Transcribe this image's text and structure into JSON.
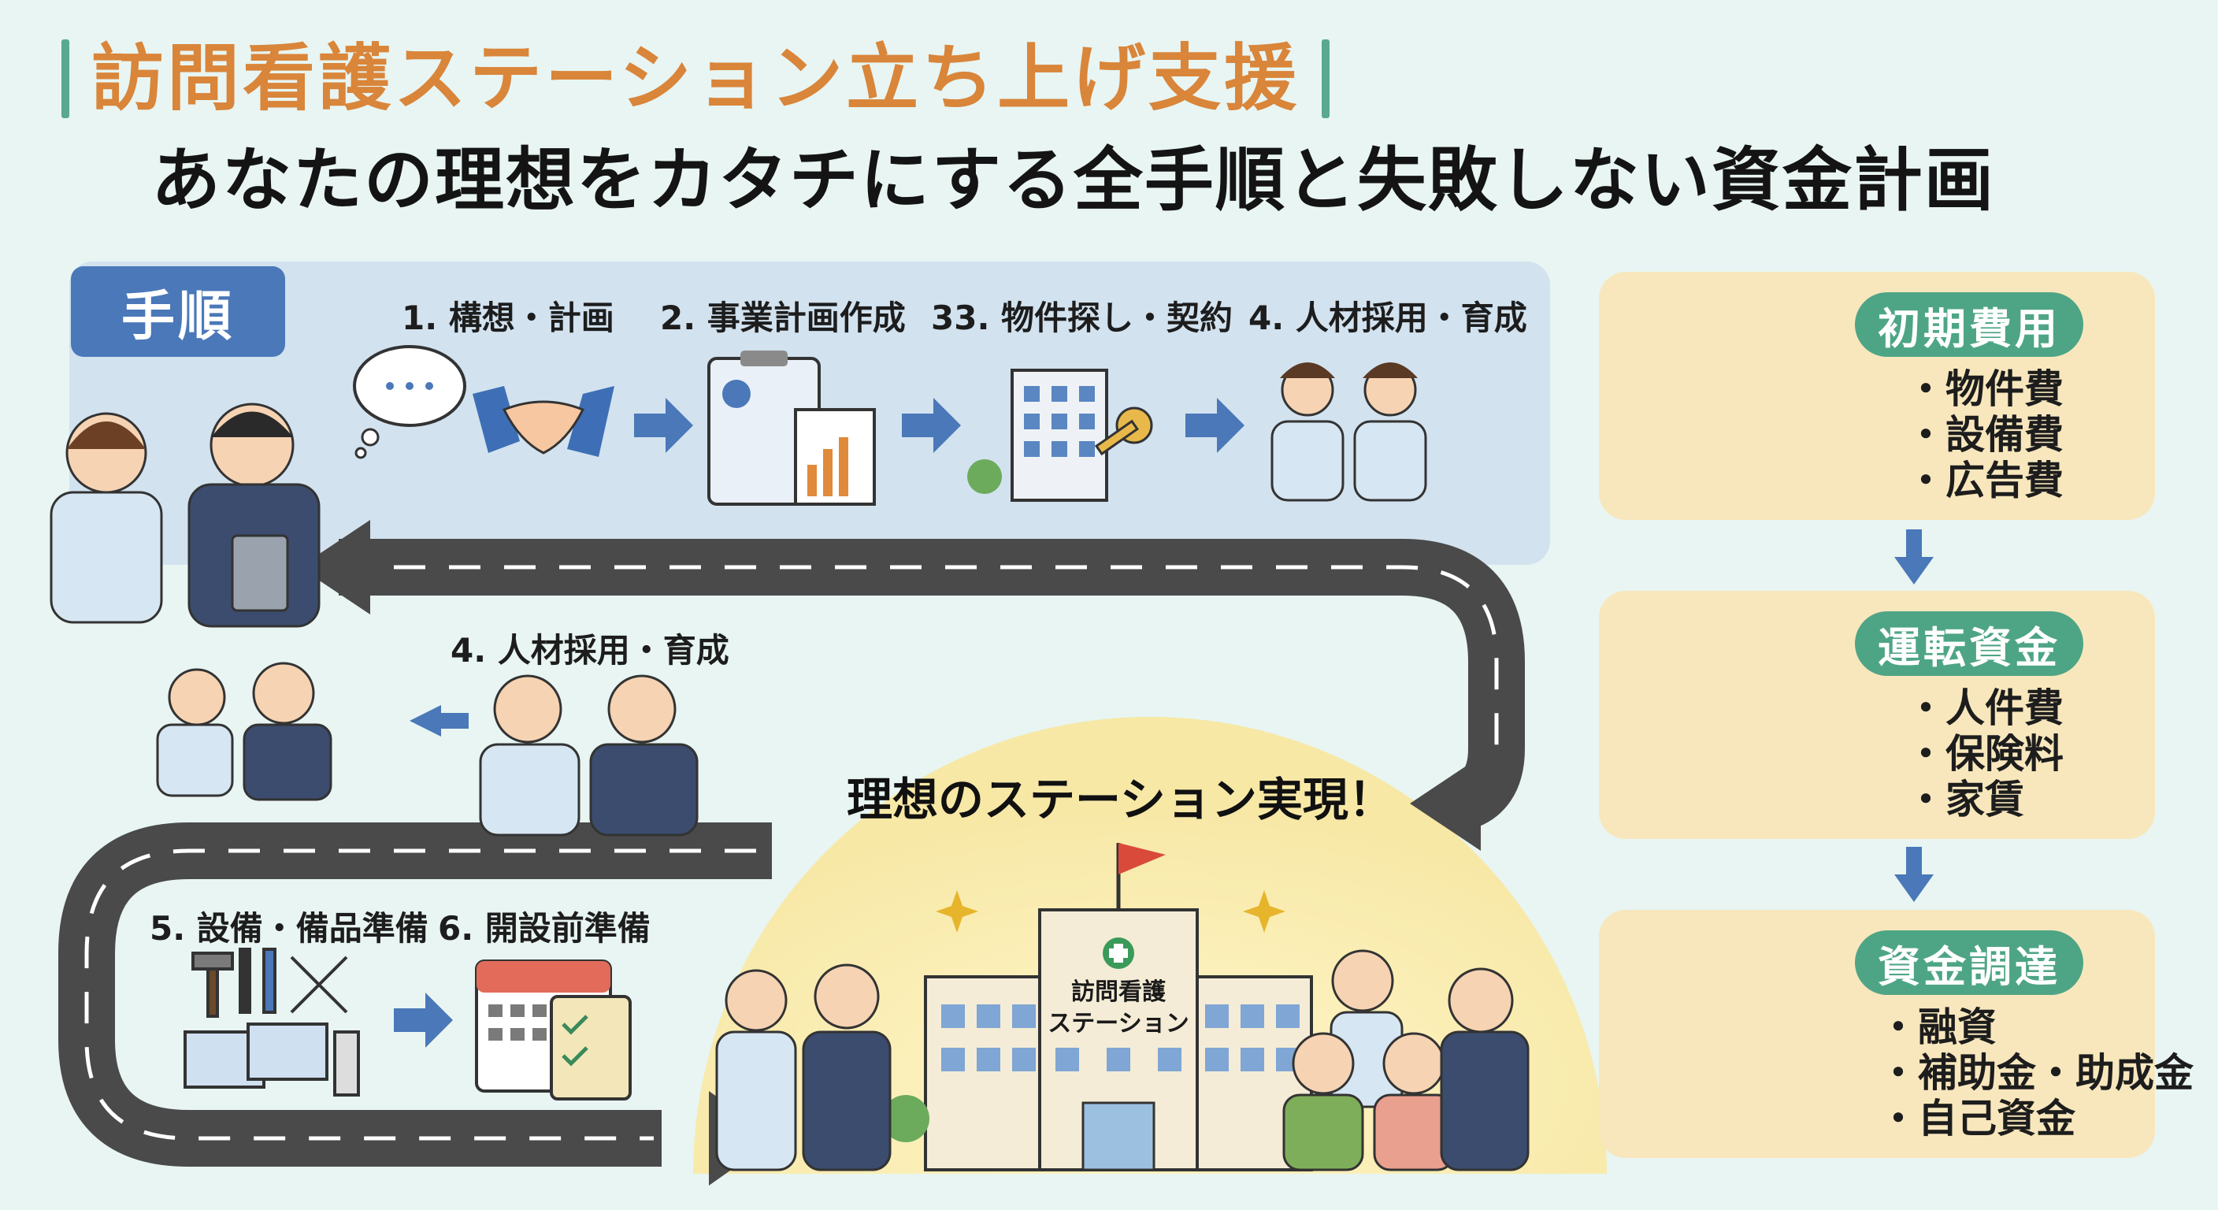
{
  "header": {
    "title": "訪問看護ステーション立ち上げ支援",
    "subtitle": "あなたの理想をカタチにする全手順と失敗しない資金計画"
  },
  "steps_section": {
    "badge": "手順",
    "top_steps": [
      {
        "label": "1. 構想・計画",
        "icon": "thought-bubble-icon"
      },
      {
        "label": "2. 事業計画作成",
        "icon": "handshake-icon"
      },
      {
        "label": "33. 物件探し・契約",
        "icon": "building-key-icon"
      },
      {
        "label": "4. 人材採用・育成",
        "icon": "nurses-icon"
      }
    ],
    "middle_step": {
      "label": "4. 人材採用・育成"
    },
    "bottom_steps": [
      {
        "label": "5. 設備・備品準備",
        "icon": "tools-icon"
      },
      {
        "label": "6. 開設前準備",
        "icon": "calendar-icon"
      }
    ],
    "goal": "理想のステーション実現！",
    "station_sign": [
      "訪問看護",
      "ステーション"
    ]
  },
  "funding": {
    "boxes": [
      {
        "title": "初期費用",
        "icon": "piggy-bank-icon",
        "items": [
          "・物件費",
          "・設備費",
          "・広告費"
        ]
      },
      {
        "title": "運転資金",
        "icon": "money-bag-icon",
        "items": [
          "・人件費",
          "・保険料",
          "・家賃"
        ]
      },
      {
        "title": "資金調達",
        "icon": "bank-icon",
        "items": [
          "・融資",
          "・補助金・助成金",
          "・自己資金"
        ]
      }
    ]
  },
  "colors": {
    "background": "#e8f5f2",
    "title_orange": "#d9853a",
    "accent_green": "#4ea585",
    "step_blue": "#4a78b8",
    "road": "#4a4a4a",
    "cost_panel": "#f8e7bd"
  }
}
